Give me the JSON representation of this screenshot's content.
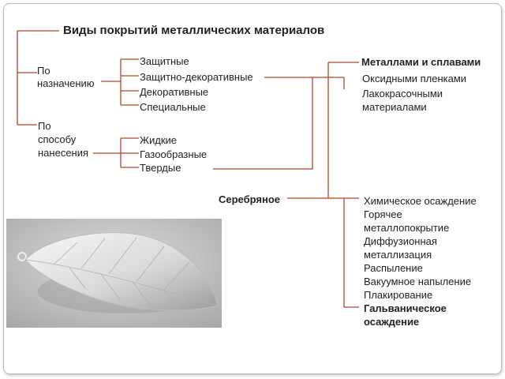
{
  "title": "Виды покрытий металлических материалов",
  "by_purpose": {
    "label_lines": [
      "По",
      "назначению"
    ],
    "items": [
      "Защитные",
      "Защитно-декоративные",
      "Декоративные",
      "Специальные"
    ]
  },
  "by_method": {
    "label_lines": [
      "По",
      "способу",
      "нанесения"
    ],
    "items": [
      "Жидкие",
      "Газообразные",
      "Твердые"
    ]
  },
  "materials": {
    "header": "Металлами и сплавами",
    "items": [
      "Оксидными пленками",
      "Лакокрасочными",
      "материалами"
    ]
  },
  "silver_label": "Серебряное",
  "processes": [
    "Химическое осаждение",
    "Горячее",
    "металлопокрытие",
    "Диффузионная",
    "металлизация",
    "Распыление",
    "Вакуумное напыление",
    "Плакирование"
  ],
  "galvanic": [
    "Гальваническое",
    "осаждение"
  ],
  "colors": {
    "line": "#b5452a",
    "bold_text": "#333333",
    "text": "#2a2a2a"
  }
}
